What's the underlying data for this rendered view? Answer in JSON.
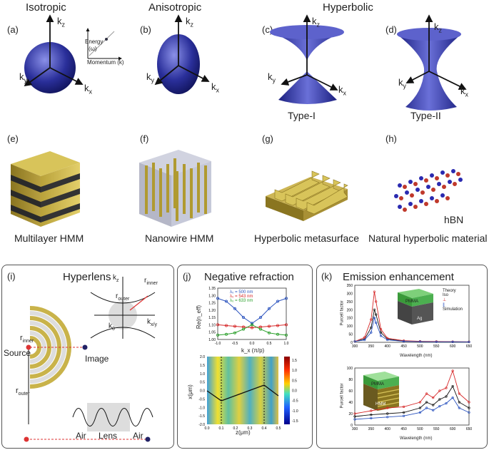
{
  "headers": {
    "isotropic": "Isotropic",
    "anisotropic": "Anisotropic",
    "hyperbolic": "Hyperbolic"
  },
  "panels": {
    "a": "(a)",
    "b": "(b)",
    "c": "(c)",
    "d": "(d)",
    "e": "(e)",
    "f": "(f)",
    "g": "(g)",
    "h": "(h)",
    "i": "(i)",
    "j": "(j)",
    "k": "(k)"
  },
  "axes": {
    "kz": "k",
    "ky": "k",
    "kx": "k",
    "sub_z": "z",
    "sub_y": "y",
    "sub_x": "x"
  },
  "inset_a": {
    "energy": "Energy",
    "omega": "(ω)",
    "momentum": "Momentum (k)"
  },
  "types": {
    "type1": "Type-I",
    "type2": "Type-II"
  },
  "row2": {
    "e": "Multilayer HMM",
    "f": "Nanowire HMM",
    "g": "Hyperbolic metasurface",
    "h": "Natural hyperbolic material",
    "hbn": "hBN"
  },
  "i": {
    "title": "Hyperlens",
    "r_inner": "r",
    "r_inner_sub": "inner",
    "r_outer": "r",
    "r_outer_sub": "outer",
    "source": "Source",
    "image": "Image",
    "air1": "Air",
    "lens": "Lens",
    "air2": "Air",
    "kz": "k",
    "kz_sub": "z",
    "kxy": "k",
    "kxy_sub": "x/y",
    "k0": "k",
    "k0_sub": "0",
    "rinner2": "r",
    "rinner2_sub": "inner",
    "router2": "r",
    "router2_sub": "outer"
  },
  "j": {
    "title": "Negative refraction",
    "ylabel_top": "Re(n_eff)",
    "xlabel_top": "k_x (π/p)",
    "ylabel_bottom": "x(μm)",
    "xlabel_bottom": "z(μm)",
    "legend": [
      "λ₀ = 500 nm",
      "λ₀ = 543 nm",
      "λ₀ = 633 nm"
    ],
    "top_yticks": [
      "1.35",
      "1.30",
      "1.25",
      "1.20",
      "1.15",
      "1.10",
      "1.05",
      "1.00"
    ],
    "top_xticks": [
      "-1.0",
      "-0.5",
      "0.0",
      "0.5",
      "1.0"
    ],
    "bot_yticks": [
      "2.0",
      "1.5",
      "1.0",
      "0.5",
      "0.0",
      "-0.5",
      "-1.0",
      "-1.5",
      "-2.0"
    ],
    "bot_xticks": [
      "0.0",
      "0.1",
      "0.2",
      "0.3",
      "0.4",
      "0.5"
    ],
    "cbar_ticks": [
      "1.5",
      "1.0",
      "0.5",
      "0.0",
      "-0.5",
      "-1.0",
      "-1.5"
    ],
    "colors": {
      "s500": "#2a52be",
      "s543": "#d62728",
      "s633": "#2ca02c"
    }
  },
  "k": {
    "title": "Emission enhancement",
    "ylabel": "Purcell factor",
    "xlabel": "Wavelength (nm)",
    "top_yticks": [
      "350",
      "300",
      "250",
      "200",
      "150",
      "100",
      "50",
      "0"
    ],
    "bot_yticks": [
      "100",
      "80",
      "60",
      "40",
      "20",
      "0"
    ],
    "xticks": [
      "300",
      "350",
      "400",
      "450",
      "500",
      "550",
      "600",
      "650"
    ],
    "legend_theory": "Theory",
    "legend_sim": "Simulation",
    "iso": "Iso",
    "perp": "⊥",
    "para": "∥",
    "pmma": "PMMA",
    "ag": "Ag",
    "hmm": "HMM"
  },
  "chart_data": [
    {
      "type": "line",
      "title": "",
      "xlabel": "k_x (π/p)",
      "ylabel": "Re(n_eff)",
      "xlim": [
        -1.0,
        1.0
      ],
      "ylim": [
        1.0,
        1.35
      ],
      "x": [
        -1.0,
        -0.75,
        -0.5,
        -0.25,
        0.0,
        0.25,
        0.5,
        0.75,
        1.0
      ],
      "series": [
        {
          "name": "λ₀ = 500 nm",
          "values": [
            1.28,
            1.26,
            1.21,
            1.15,
            1.11,
            1.15,
            1.21,
            1.26,
            1.28
          ]
        },
        {
          "name": "λ₀ = 543 nm",
          "values": [
            1.1,
            1.095,
            1.09,
            1.085,
            1.08,
            1.085,
            1.09,
            1.095,
            1.1
          ]
        },
        {
          "name": "λ₀ = 633 nm",
          "values": [
            1.03,
            1.035,
            1.045,
            1.07,
            1.1,
            1.07,
            1.045,
            1.035,
            1.03
          ]
        }
      ]
    },
    {
      "type": "line",
      "title": "",
      "xlabel": "Wavelength (nm)",
      "ylabel": "Purcell factor",
      "xlim": [
        300,
        650
      ],
      "ylim": [
        0,
        350
      ],
      "x": [
        300,
        330,
        350,
        360,
        365,
        380,
        400,
        450,
        500,
        550,
        600,
        650
      ],
      "series": [
        {
          "name": "Iso",
          "values": [
            5,
            20,
            90,
            200,
            170,
            60,
            20,
            8,
            5,
            4,
            3,
            3
          ]
        },
        {
          "name": "⊥",
          "values": [
            5,
            30,
            140,
            310,
            250,
            80,
            25,
            10,
            6,
            5,
            4,
            3
          ]
        },
        {
          "name": "∥",
          "values": [
            5,
            15,
            60,
            150,
            120,
            40,
            15,
            6,
            4,
            3,
            3,
            2
          ]
        }
      ]
    },
    {
      "type": "line",
      "title": "",
      "xlabel": "Wavelength (nm)",
      "ylabel": "Purcell factor",
      "xlim": [
        300,
        650
      ],
      "ylim": [
        0,
        100
      ],
      "x": [
        300,
        350,
        400,
        450,
        500,
        520,
        540,
        560,
        580,
        600,
        620,
        650
      ],
      "series": [
        {
          "name": "Iso",
          "values": [
            15,
            18,
            20,
            22,
            30,
            40,
            35,
            45,
            50,
            68,
            40,
            30
          ]
        },
        {
          "name": "⊥",
          "values": [
            20,
            25,
            30,
            32,
            40,
            55,
            48,
            60,
            65,
            95,
            55,
            40
          ]
        },
        {
          "name": "∥",
          "values": [
            10,
            12,
            14,
            16,
            22,
            30,
            26,
            33,
            38,
            48,
            30,
            22
          ]
        }
      ]
    }
  ]
}
